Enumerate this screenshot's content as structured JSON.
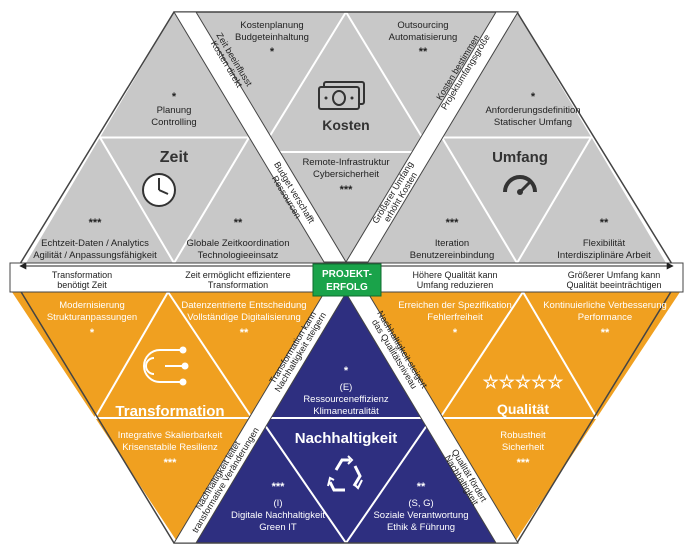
{
  "center": {
    "line1": "PROJEKT-",
    "line2": "ERFOLG",
    "color": "#1aa34a"
  },
  "colors": {
    "grey": "#c8c8c8",
    "orange": "#f0a020",
    "navy": "#2e2f80",
    "band": "#ffffff"
  },
  "sections": {
    "kosten": {
      "title": "Kosten",
      "icon": "money-bill-icon"
    },
    "zeit": {
      "title": "Zeit",
      "icon": "clock-icon"
    },
    "umfang": {
      "title": "Umfang",
      "icon": "gauge-icon"
    },
    "transformation": {
      "title": "Transformation",
      "icon": "circuit-icon"
    },
    "qualitaet": {
      "title": "Qualität",
      "icon": "five-stars-icon",
      "stars": "☆☆☆☆☆"
    },
    "nachhaltigkeit": {
      "title": "Nachhaltigkeit",
      "icon": "recycle-icon"
    }
  },
  "triangles": {
    "k_top_left": {
      "l1": "Kostenplanung",
      "l2": "Budgeteinhaltung",
      "rating": "*"
    },
    "k_top_right": {
      "l1": "Outsourcing",
      "l2": "Automatisierung",
      "rating": "**"
    },
    "k_center": {
      "l1": "Remote-Infrastruktur",
      "l2": "Cybersicherheit",
      "rating": "***"
    },
    "z_top": {
      "l1": "Planung",
      "l2": "Controlling",
      "rating": "*"
    },
    "z_left": {
      "l1": "Echtzeit-Daten / Analytics",
      "l2": "Agilität / Anpassungsfähigkeit",
      "rating": "***"
    },
    "z_right": {
      "l1": "Globale Zeitkoordination",
      "l2": "Technologieeinsatz",
      "rating": "**"
    },
    "u_top": {
      "l1": "Anforderungsdefinition",
      "l2": "Statischer Umfang",
      "rating": "*"
    },
    "u_left": {
      "l1": "Iteration",
      "l2": "Benutzereinbindung",
      "rating": "***"
    },
    "u_right": {
      "l1": "Flexibilität",
      "l2": "Interdisziplinäre Arbeit",
      "rating": "**"
    },
    "t_left": {
      "l1": "Modernisierung",
      "l2": "Strukturanpassungen",
      "rating": "*"
    },
    "t_right": {
      "l1": "Datenzentrierte Entscheidung",
      "l2": "Vollständige Digitalisierung",
      "rating": "**"
    },
    "t_bottom": {
      "l1": "Integrative Skalierbarkeit",
      "l2": "Krisenstabile Resilienz",
      "rating": "***"
    },
    "q_left": {
      "l1": "Erreichen der Spezifikation",
      "l2": "Fehlerfreiheit",
      "rating": "*"
    },
    "q_right": {
      "l1": "Kontinuierliche Verbesserung",
      "l2": "Performance",
      "rating": "**"
    },
    "q_bottom": {
      "l1": "Robustheit",
      "l2": "Sicherheit",
      "rating": "***"
    },
    "n_top": {
      "l0": "(E)",
      "l1": "Ressourceneffizienz",
      "l2": "Klimaneutralität",
      "rating": "*"
    },
    "n_left": {
      "l0": "(I)",
      "l1": "Digitale Nachhaltigkeit",
      "l2": "Green IT",
      "rating": "***"
    },
    "n_right": {
      "l0": "(S, G)",
      "l1": "Soziale Verantwortung",
      "l2": "Ethik & Führung",
      "rating": "**"
    }
  },
  "relations": {
    "band_left_a1": "Transformation",
    "band_left_a2": "benötigt Zeit",
    "band_left_b1": "Zeit ermöglicht effizientere",
    "band_left_b2": "Transformation",
    "band_right_a1": "Höhere Qualität kann",
    "band_right_a2": "Umfang reduzieren",
    "band_right_b1": "Größerer Umfang kann",
    "band_right_b2": "Qualität beeinträchtigen",
    "diag_ul_a1": "Zeit beeinflusst",
    "diag_ul_a2": "Kosten direkt",
    "diag_ul_b1": "Budget verschafft",
    "diag_ul_b2": "Ressourcen",
    "diag_ur_a1": "Kosten bestimmen",
    "diag_ur_a2": "Projektumfangsgröße",
    "diag_ur_b1": "Größerer Umfang",
    "diag_ur_b2": "erhöht Kosten",
    "diag_ll_a1": "Transformation kann",
    "diag_ll_a2": "Nachhaltigkeit steigern",
    "diag_ll_b1": "Nachhaltigkeit leitet",
    "diag_ll_b2": "transformative Veränderungen",
    "diag_lr_a1": "Nachhaltigkeit steigert",
    "diag_lr_a2": "das Qualitätsniveau",
    "diag_lr_b1": "Qualität fördert",
    "diag_lr_b2": "Nachhaltigkeit"
  }
}
